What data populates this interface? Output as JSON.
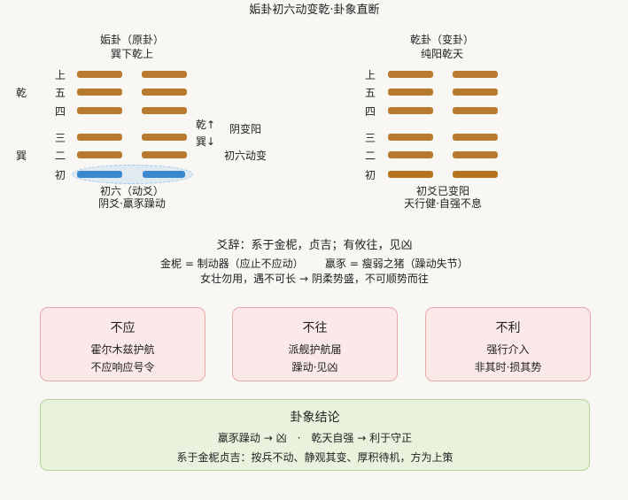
{
  "title": "姤卦初六动变乾·卦象直断",
  "left": {
    "name": "姤卦（原卦）",
    "sub": "巽下乾上",
    "trigram_upper": "乾",
    "trigram_lower": "巽",
    "positions": [
      "上",
      "五",
      "四",
      "三",
      "二",
      "初"
    ],
    "moving_label": "初六（动爻）",
    "moving_sub": "阴爻·羸豕躁动"
  },
  "middle": {
    "up": "乾↑",
    "down": "巽↓",
    "change": "阴变阳",
    "moving": "初六动变"
  },
  "right": {
    "name": "乾卦（变卦）",
    "sub": "纯阳乾天",
    "positions": [
      "上",
      "五",
      "四",
      "三",
      "二",
      "初"
    ],
    "note": "初爻已变阳",
    "note_sub": "天行健·自强不息"
  },
  "text": {
    "line1": "爻辞：系于金柅，贞吉；有攸往，见凶",
    "line2a": "金柅 = 制动器（应止不应动）",
    "line2b": "羸豕 = 瘦弱之猪（躁动失节）",
    "line3": "女壮勿用，遇不可长 → 阴柔势盛，不可顺势而往"
  },
  "cards": [
    {
      "title": "不应",
      "l1": "霍尔木兹护航",
      "l2": "不应响应号令"
    },
    {
      "title": "不往",
      "l1": "派舰护航届",
      "l2": "躁动·见凶"
    },
    {
      "title": "不利",
      "l1": "强行介入",
      "l2": "非其时·损其势"
    }
  ],
  "conclusion": {
    "title": "卦象结论",
    "l1": "羸豕躁动 → 凶　·　乾天自强 → 利于守正",
    "l2": "系于金柅贞吉：按兵不动、静观其变、厚积待机，方为上策"
  },
  "colors": {
    "yang": "#b87a2e",
    "moving": "#3b87d0",
    "card": "#fbe9e9",
    "green": "#e9f2dc"
  }
}
